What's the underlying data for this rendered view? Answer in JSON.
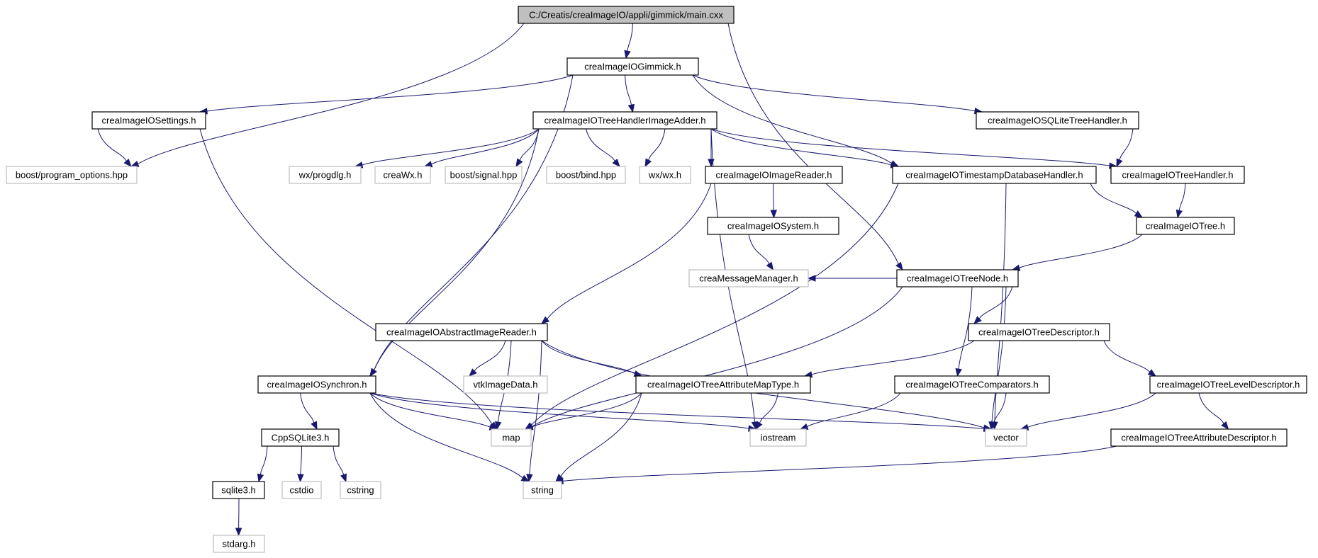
{
  "colors": {
    "edge": "#191970",
    "root_fill": "#bfbfbf",
    "project_border": "#000000",
    "external_border": "#bfbfbf",
    "external_text": "#404040",
    "background": "#ffffff"
  },
  "nodes": [
    {
      "id": "main",
      "label": "C:/Creatis/creaImageIO/appli/gimmick/main.cxx",
      "kind": "root"
    },
    {
      "id": "gimmick",
      "label": "creaImageIOGimmick.h",
      "kind": "project"
    },
    {
      "id": "settings",
      "label": "creaImageIOSettings.h",
      "kind": "project"
    },
    {
      "id": "adder",
      "label": "creaImageIOTreeHandlerImageAdder.h",
      "kind": "project"
    },
    {
      "id": "sqlite",
      "label": "creaImageIOSQLiteTreeHandler.h",
      "kind": "project"
    },
    {
      "id": "popt",
      "label": "boost/program_options.hpp",
      "kind": "external"
    },
    {
      "id": "progdlg",
      "label": "wx/progdlg.h",
      "kind": "external"
    },
    {
      "id": "creawx",
      "label": "creaWx.h",
      "kind": "external"
    },
    {
      "id": "signal",
      "label": "boost/signal.hpp",
      "kind": "external"
    },
    {
      "id": "bind",
      "label": "boost/bind.hpp",
      "kind": "external"
    },
    {
      "id": "wxwx",
      "label": "wx/wx.h",
      "kind": "external"
    },
    {
      "id": "imgreader",
      "label": "creaImageIOImageReader.h",
      "kind": "project"
    },
    {
      "id": "timestamp",
      "label": "creaImageIOTimestampDatabaseHandler.h",
      "kind": "project"
    },
    {
      "id": "treehandler",
      "label": "creaImageIOTreeHandler.h",
      "kind": "project"
    },
    {
      "id": "system",
      "label": "creaImageIOSystem.h",
      "kind": "project"
    },
    {
      "id": "tree",
      "label": "creaImageIOTree.h",
      "kind": "project"
    },
    {
      "id": "msgmgr",
      "label": "creaMessageManager.h",
      "kind": "external"
    },
    {
      "id": "treenode",
      "label": "creaImageIOTreeNode.h",
      "kind": "project"
    },
    {
      "id": "absreader",
      "label": "creaImageIOAbstractImageReader.h",
      "kind": "project"
    },
    {
      "id": "treedesc",
      "label": "creaImageIOTreeDescriptor.h",
      "kind": "project"
    },
    {
      "id": "synchron",
      "label": "creaImageIOSynchron.h",
      "kind": "project"
    },
    {
      "id": "vtkimg",
      "label": "vtkImageData.h",
      "kind": "external"
    },
    {
      "id": "attrmap",
      "label": "creaImageIOTreeAttributeMapType.h",
      "kind": "project"
    },
    {
      "id": "comparators",
      "label": "creaImageIOTreeComparators.h",
      "kind": "project"
    },
    {
      "id": "leveldesc",
      "label": "creaImageIOTreeLevelDescriptor.h",
      "kind": "project"
    },
    {
      "id": "cppsqlite",
      "label": "CppSQLite3.h",
      "kind": "project"
    },
    {
      "id": "map",
      "label": "map",
      "kind": "external"
    },
    {
      "id": "iostream",
      "label": "iostream",
      "kind": "external"
    },
    {
      "id": "vector",
      "label": "vector",
      "kind": "external"
    },
    {
      "id": "attrdesc",
      "label": "creaImageIOTreeAttributeDescriptor.h",
      "kind": "project"
    },
    {
      "id": "sqlite3",
      "label": "sqlite3.h",
      "kind": "project"
    },
    {
      "id": "cstdio",
      "label": "cstdio",
      "kind": "external"
    },
    {
      "id": "cstring",
      "label": "cstring",
      "kind": "external"
    },
    {
      "id": "string",
      "label": "string",
      "kind": "external"
    },
    {
      "id": "stdarg",
      "label": "stdarg.h",
      "kind": "external"
    }
  ],
  "edges": [
    [
      "main",
      "gimmick"
    ],
    [
      "main",
      "popt"
    ],
    [
      "main",
      "treenode"
    ],
    [
      "gimmick",
      "settings"
    ],
    [
      "gimmick",
      "adder"
    ],
    [
      "gimmick",
      "sqlite"
    ],
    [
      "gimmick",
      "synchron"
    ],
    [
      "gimmick",
      "timestamp"
    ],
    [
      "settings",
      "popt"
    ],
    [
      "settings",
      "map"
    ],
    [
      "adder",
      "progdlg"
    ],
    [
      "adder",
      "creawx"
    ],
    [
      "adder",
      "signal"
    ],
    [
      "adder",
      "bind"
    ],
    [
      "adder",
      "wxwx"
    ],
    [
      "adder",
      "imgreader"
    ],
    [
      "adder",
      "timestamp"
    ],
    [
      "adder",
      "treehandler"
    ],
    [
      "adder",
      "synchron"
    ],
    [
      "adder",
      "iostream"
    ],
    [
      "sqlite",
      "treehandler"
    ],
    [
      "imgreader",
      "system"
    ],
    [
      "imgreader",
      "absreader"
    ],
    [
      "system",
      "msgmgr"
    ],
    [
      "timestamp",
      "tree"
    ],
    [
      "timestamp",
      "map"
    ],
    [
      "timestamp",
      "vector"
    ],
    [
      "treehandler",
      "tree"
    ],
    [
      "tree",
      "treenode"
    ],
    [
      "treenode",
      "msgmgr"
    ],
    [
      "treenode",
      "treedesc"
    ],
    [
      "treenode",
      "comparators"
    ],
    [
      "treenode",
      "map"
    ],
    [
      "treenode",
      "vector"
    ],
    [
      "absreader",
      "vtkimg"
    ],
    [
      "absreader",
      "attrmap"
    ],
    [
      "absreader",
      "map"
    ],
    [
      "absreader",
      "string"
    ],
    [
      "absreader",
      "vector"
    ],
    [
      "treedesc",
      "attrmap"
    ],
    [
      "treedesc",
      "leveldesc"
    ],
    [
      "synchron",
      "cppsqlite"
    ],
    [
      "synchron",
      "map"
    ],
    [
      "synchron",
      "iostream"
    ],
    [
      "synchron",
      "vector"
    ],
    [
      "synchron",
      "string"
    ],
    [
      "attrmap",
      "map"
    ],
    [
      "attrmap",
      "iostream"
    ],
    [
      "attrmap",
      "string"
    ],
    [
      "comparators",
      "iostream"
    ],
    [
      "comparators",
      "vector"
    ],
    [
      "leveldesc",
      "attrdesc"
    ],
    [
      "leveldesc",
      "vector"
    ],
    [
      "attrdesc",
      "string"
    ],
    [
      "cppsqlite",
      "sqlite3"
    ],
    [
      "cppsqlite",
      "cstdio"
    ],
    [
      "cppsqlite",
      "cstring"
    ],
    [
      "sqlite3",
      "stdarg"
    ]
  ]
}
